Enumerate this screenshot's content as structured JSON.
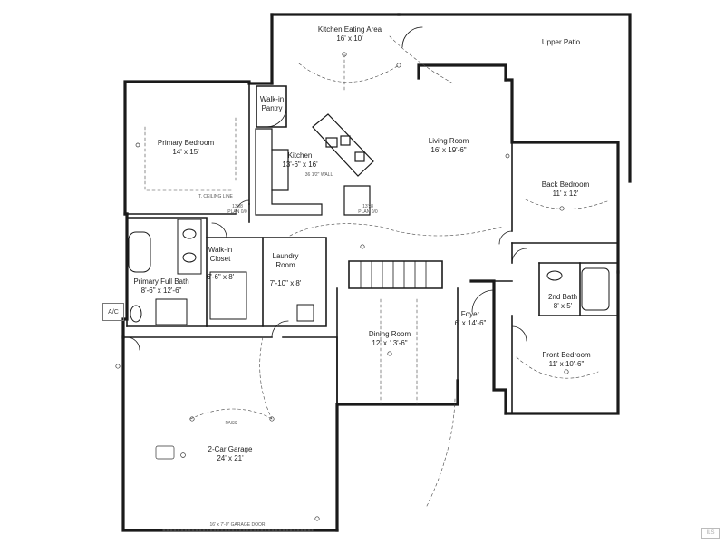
{
  "rooms": {
    "kitchen_eating": {
      "name": "Kitchen Eating Area",
      "dims": "16' x 10'"
    },
    "upper_patio": {
      "name": "Upper Patio",
      "dims": ""
    },
    "walkin_pantry": {
      "name": "Walk-in\nPantry",
      "dims": ""
    },
    "primary_bedroom": {
      "name": "Primary Bedroom",
      "dims": "14' x 15'"
    },
    "kitchen": {
      "name": "Kitchen",
      "dims": "13'-6\" x 16'"
    },
    "living_room": {
      "name": "Living Room",
      "dims": "16' x 19'-6\""
    },
    "back_bedroom": {
      "name": "Back Bedroom",
      "dims": "11' x 12'"
    },
    "walkin_closet": {
      "name": "Walk-in\nCloset",
      "dims": "6'-6\" x 8'"
    },
    "laundry": {
      "name": "Laundry\nRoom",
      "dims": "7'-10\" x 8'"
    },
    "primary_bath": {
      "name": "Primary Full Bath",
      "dims": "8'-6\" x 12'-6\""
    },
    "second_bath": {
      "name": "2nd Bath",
      "dims": "8' x 5'"
    },
    "foyer": {
      "name": "Foyer",
      "dims": "6' x 14'-6\""
    },
    "dining": {
      "name": "Dining Room",
      "dims": "12' x 13'-6\""
    },
    "front_bedroom": {
      "name": "Front Bedroom",
      "dims": "11' x 10'-6\""
    },
    "garage": {
      "name": "2-Car Garage",
      "dims": "24' x 21'"
    }
  },
  "annotations": {
    "ac": "A/C",
    "ceiling_line": "T. CEILING LINE",
    "kitchen_wall": "36 1/2\" WALL",
    "garage_door": "16' x 7'-0\" GARAGE DOOR",
    "pass": "PASS",
    "tray_note_a": "13'x8\nPLAN 0/0",
    "tray_note_b": "13'x8\nPLAN 0/0"
  },
  "corner_mark": "ILS"
}
